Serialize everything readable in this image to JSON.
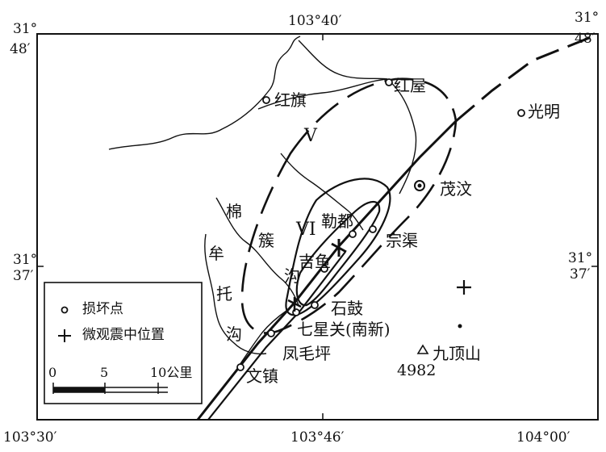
{
  "coords": {
    "top_lon": "103°40′",
    "left_top_lat_deg": "31°",
    "left_top_lat_min": "48′",
    "right_top_lat_deg": "31°",
    "right_top_lat_min": "48′",
    "left_mid_lat_deg": "31°",
    "left_mid_lat_min": "37′",
    "right_mid_lat_deg": "31°",
    "right_mid_lat_min": "37′",
    "bottom_left_lon": "103°30′",
    "bottom_mid_lon": "103°46′",
    "bottom_right_lon": "104°00′"
  },
  "places": {
    "hongqi": "红旗",
    "hongwu": "红屋",
    "guangming": "光明",
    "maowen": "茂汶",
    "ledu": "勒都",
    "zongqu": "宗渠",
    "jiyu": "吉鱼",
    "shigu": "石鼓",
    "qixingguan": "七星关(南新)",
    "fengmaoping": "凤毛坪",
    "wenzhen": "文镇",
    "jiudingshan": "九顶山",
    "elevation": "4982"
  },
  "river": {
    "chars": [
      "棉",
      "牟",
      "托",
      "沟"
    ],
    "chars2": [
      "簇",
      "沟"
    ]
  },
  "intensity": {
    "v": "V",
    "vi": "VI"
  },
  "legend": {
    "damage_point": "损坏点",
    "epicenter": "微观震中位置"
  },
  "scale": {
    "zero": "0",
    "five": "5",
    "ten": "10公里"
  },
  "colors": {
    "ink": "#111111",
    "background": "#ffffff"
  }
}
